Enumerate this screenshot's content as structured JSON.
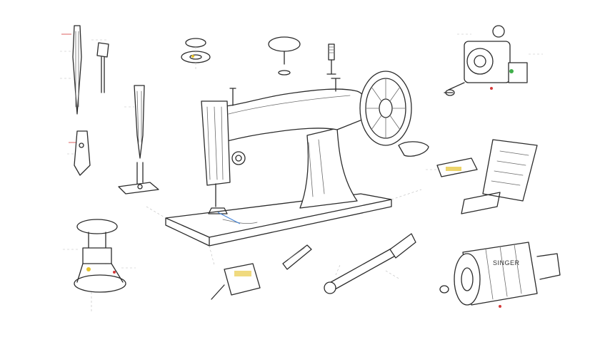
{
  "figure": {
    "plate_text": "SINGER",
    "accent_colors": {
      "ink": "#2b2b2b",
      "guide": "#b9b9b9",
      "yellow": "#e6c229",
      "red": "#d43a3a",
      "green": "#3fae4a",
      "blue": "#3c7fd6",
      "teal": "#2fb5a3"
    },
    "components": [
      {
        "id": "sewing-machine",
        "icon": "sewing-machine-icon"
      },
      {
        "id": "needle-long",
        "icon": "needle-icon"
      },
      {
        "id": "needle-clamp",
        "icon": "needle-clamp-icon"
      },
      {
        "id": "needle-bar",
        "icon": "needle-bar-icon"
      },
      {
        "id": "presser-foot",
        "icon": "presser-foot-icon"
      },
      {
        "id": "bobbin",
        "icon": "bobbin-icon"
      },
      {
        "id": "tension-disc",
        "icon": "tension-disc-icon"
      },
      {
        "id": "spool-pin",
        "icon": "spool-pin-icon"
      },
      {
        "id": "motor-assembly-top",
        "icon": "motor-icon"
      },
      {
        "id": "feed-dog-unit",
        "icon": "feed-dog-icon"
      },
      {
        "id": "bobbin-winder",
        "icon": "bobbin-winder-icon"
      },
      {
        "id": "shuttle-hook",
        "icon": "shuttle-hook-icon"
      },
      {
        "id": "feed-bracket",
        "icon": "bracket-icon"
      },
      {
        "id": "pitman-arm",
        "icon": "pitman-arm-icon"
      },
      {
        "id": "motor-cylinder",
        "icon": "motor-icon"
      }
    ]
  }
}
